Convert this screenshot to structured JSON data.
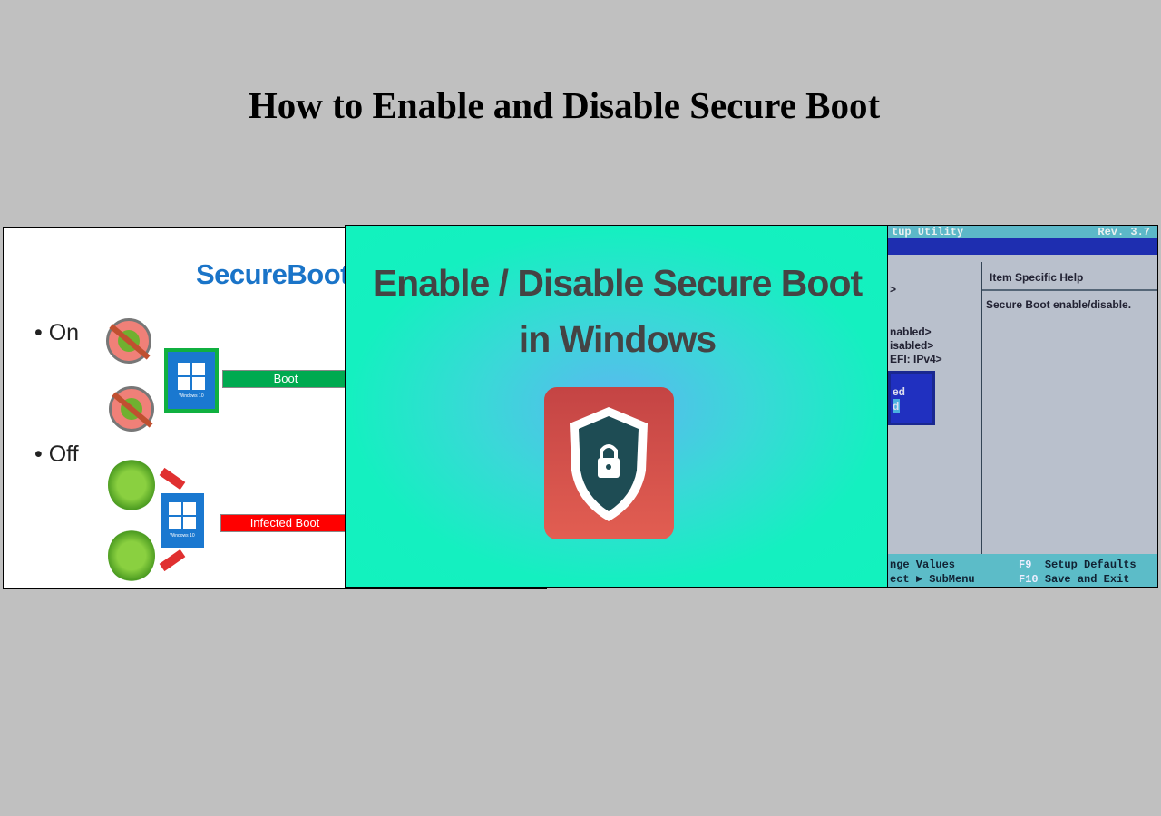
{
  "title": "How to Enable and Disable Secure Boot",
  "left_panel": {
    "heading": "SecureBoot",
    "on_label": "On",
    "off_label": "Off",
    "windows_label": "Windows 10",
    "boot_label": "Boot",
    "infected_label": "Infected Boot"
  },
  "middle_panel": {
    "line1": "Enable / Disable Secure Boot",
    "line2": "in Windows"
  },
  "right_panel": {
    "header": "tup Utility",
    "rev": "Rev.  3.7",
    "help_title": "Item Specific Help",
    "help_text": "Secure Boot enable/disable.",
    "items": [
      ">",
      "nabled>",
      "isabled>",
      "EFI: IPv4>"
    ],
    "popup": [
      "ed",
      "d"
    ],
    "footer_left": [
      "nge Values",
      "ect ► SubMenu"
    ],
    "footer_right": [
      {
        "key": "F9",
        "label": "Setup Defaults"
      },
      {
        "key": "F10",
        "label": "Save and Exit"
      }
    ]
  },
  "colors": {
    "background": "#c0c0c0",
    "mint": "#12f2be",
    "blue": "#1a74c8",
    "boot_green": "#00aa50",
    "infected_red": "#ff0000"
  }
}
